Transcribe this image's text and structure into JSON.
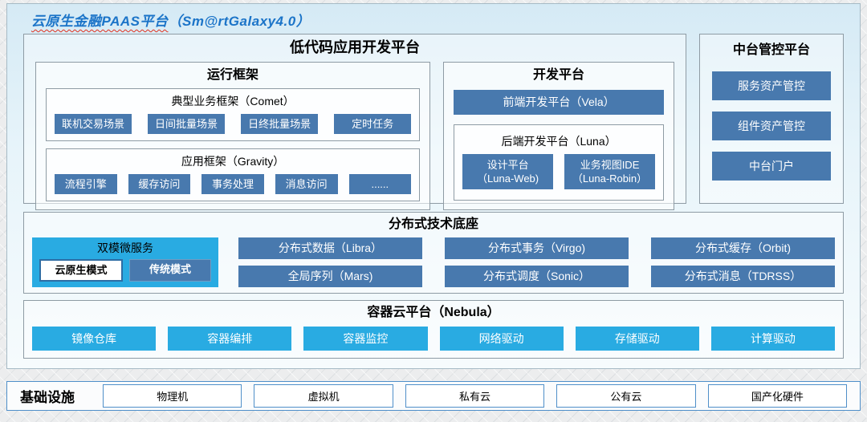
{
  "window": {
    "title_main": "云原生金融PAAS平台",
    "title_suffix": "（Sm@rtGalaxy4.0）"
  },
  "colors": {
    "steel_blue": "#4879AE",
    "cyan": "#29ABE2",
    "title_blue": "#1B74C8",
    "panel_bg": "#D5EAF5",
    "infra_border": "#4F8FC9",
    "squiggle_red": "#E0301E"
  },
  "low_code": {
    "title": "低代码应用开发平台",
    "runtime": {
      "title": "运行框架",
      "comet": {
        "title": "典型业务框架（Comet）",
        "items": [
          "联机交易场景",
          "日间批量场景",
          "日终批量场景",
          "定时任务"
        ]
      },
      "gravity": {
        "title": "应用框架（Gravity）",
        "items": [
          "流程引擎",
          "缓存访问",
          "事务处理",
          "消息访问",
          "......"
        ]
      }
    },
    "dev": {
      "title": "开发平台",
      "vela_label": "前端开发平台（Vela）",
      "luna": {
        "title": "后端开发平台（Luna）",
        "items": [
          {
            "line1": "设计平台",
            "line2": "（Luna-Web)"
          },
          {
            "line1": "业务视图IDE",
            "line2": "（Luna-Robin）"
          }
        ]
      }
    }
  },
  "governance": {
    "title": "中台管控平台",
    "items": [
      "服务资产管控",
      "组件资产管控",
      "中台门户"
    ]
  },
  "distributed": {
    "title": "分布式技术底座",
    "dual_mode": {
      "title": "双模微服务",
      "cloud_native_label": "云原生模式",
      "traditional_label": "传统模式"
    },
    "items": [
      "分布式数据（Libra）",
      "分布式事务（Virgo)",
      "分布式缓存（Orbit)",
      "全局序列（Mars)",
      "分布式调度（Sonic）",
      "分布式消息（TDRSS）"
    ]
  },
  "container_cloud": {
    "title": "容器云平台（Nebula）",
    "items": [
      "镜像仓库",
      "容器编排",
      "容器监控",
      "网络驱动",
      "存储驱动",
      "计算驱动"
    ]
  },
  "infrastructure": {
    "title": "基础设施",
    "items": [
      "物理机",
      "虚拟机",
      "私有云",
      "公有云",
      "国产化硬件"
    ]
  }
}
